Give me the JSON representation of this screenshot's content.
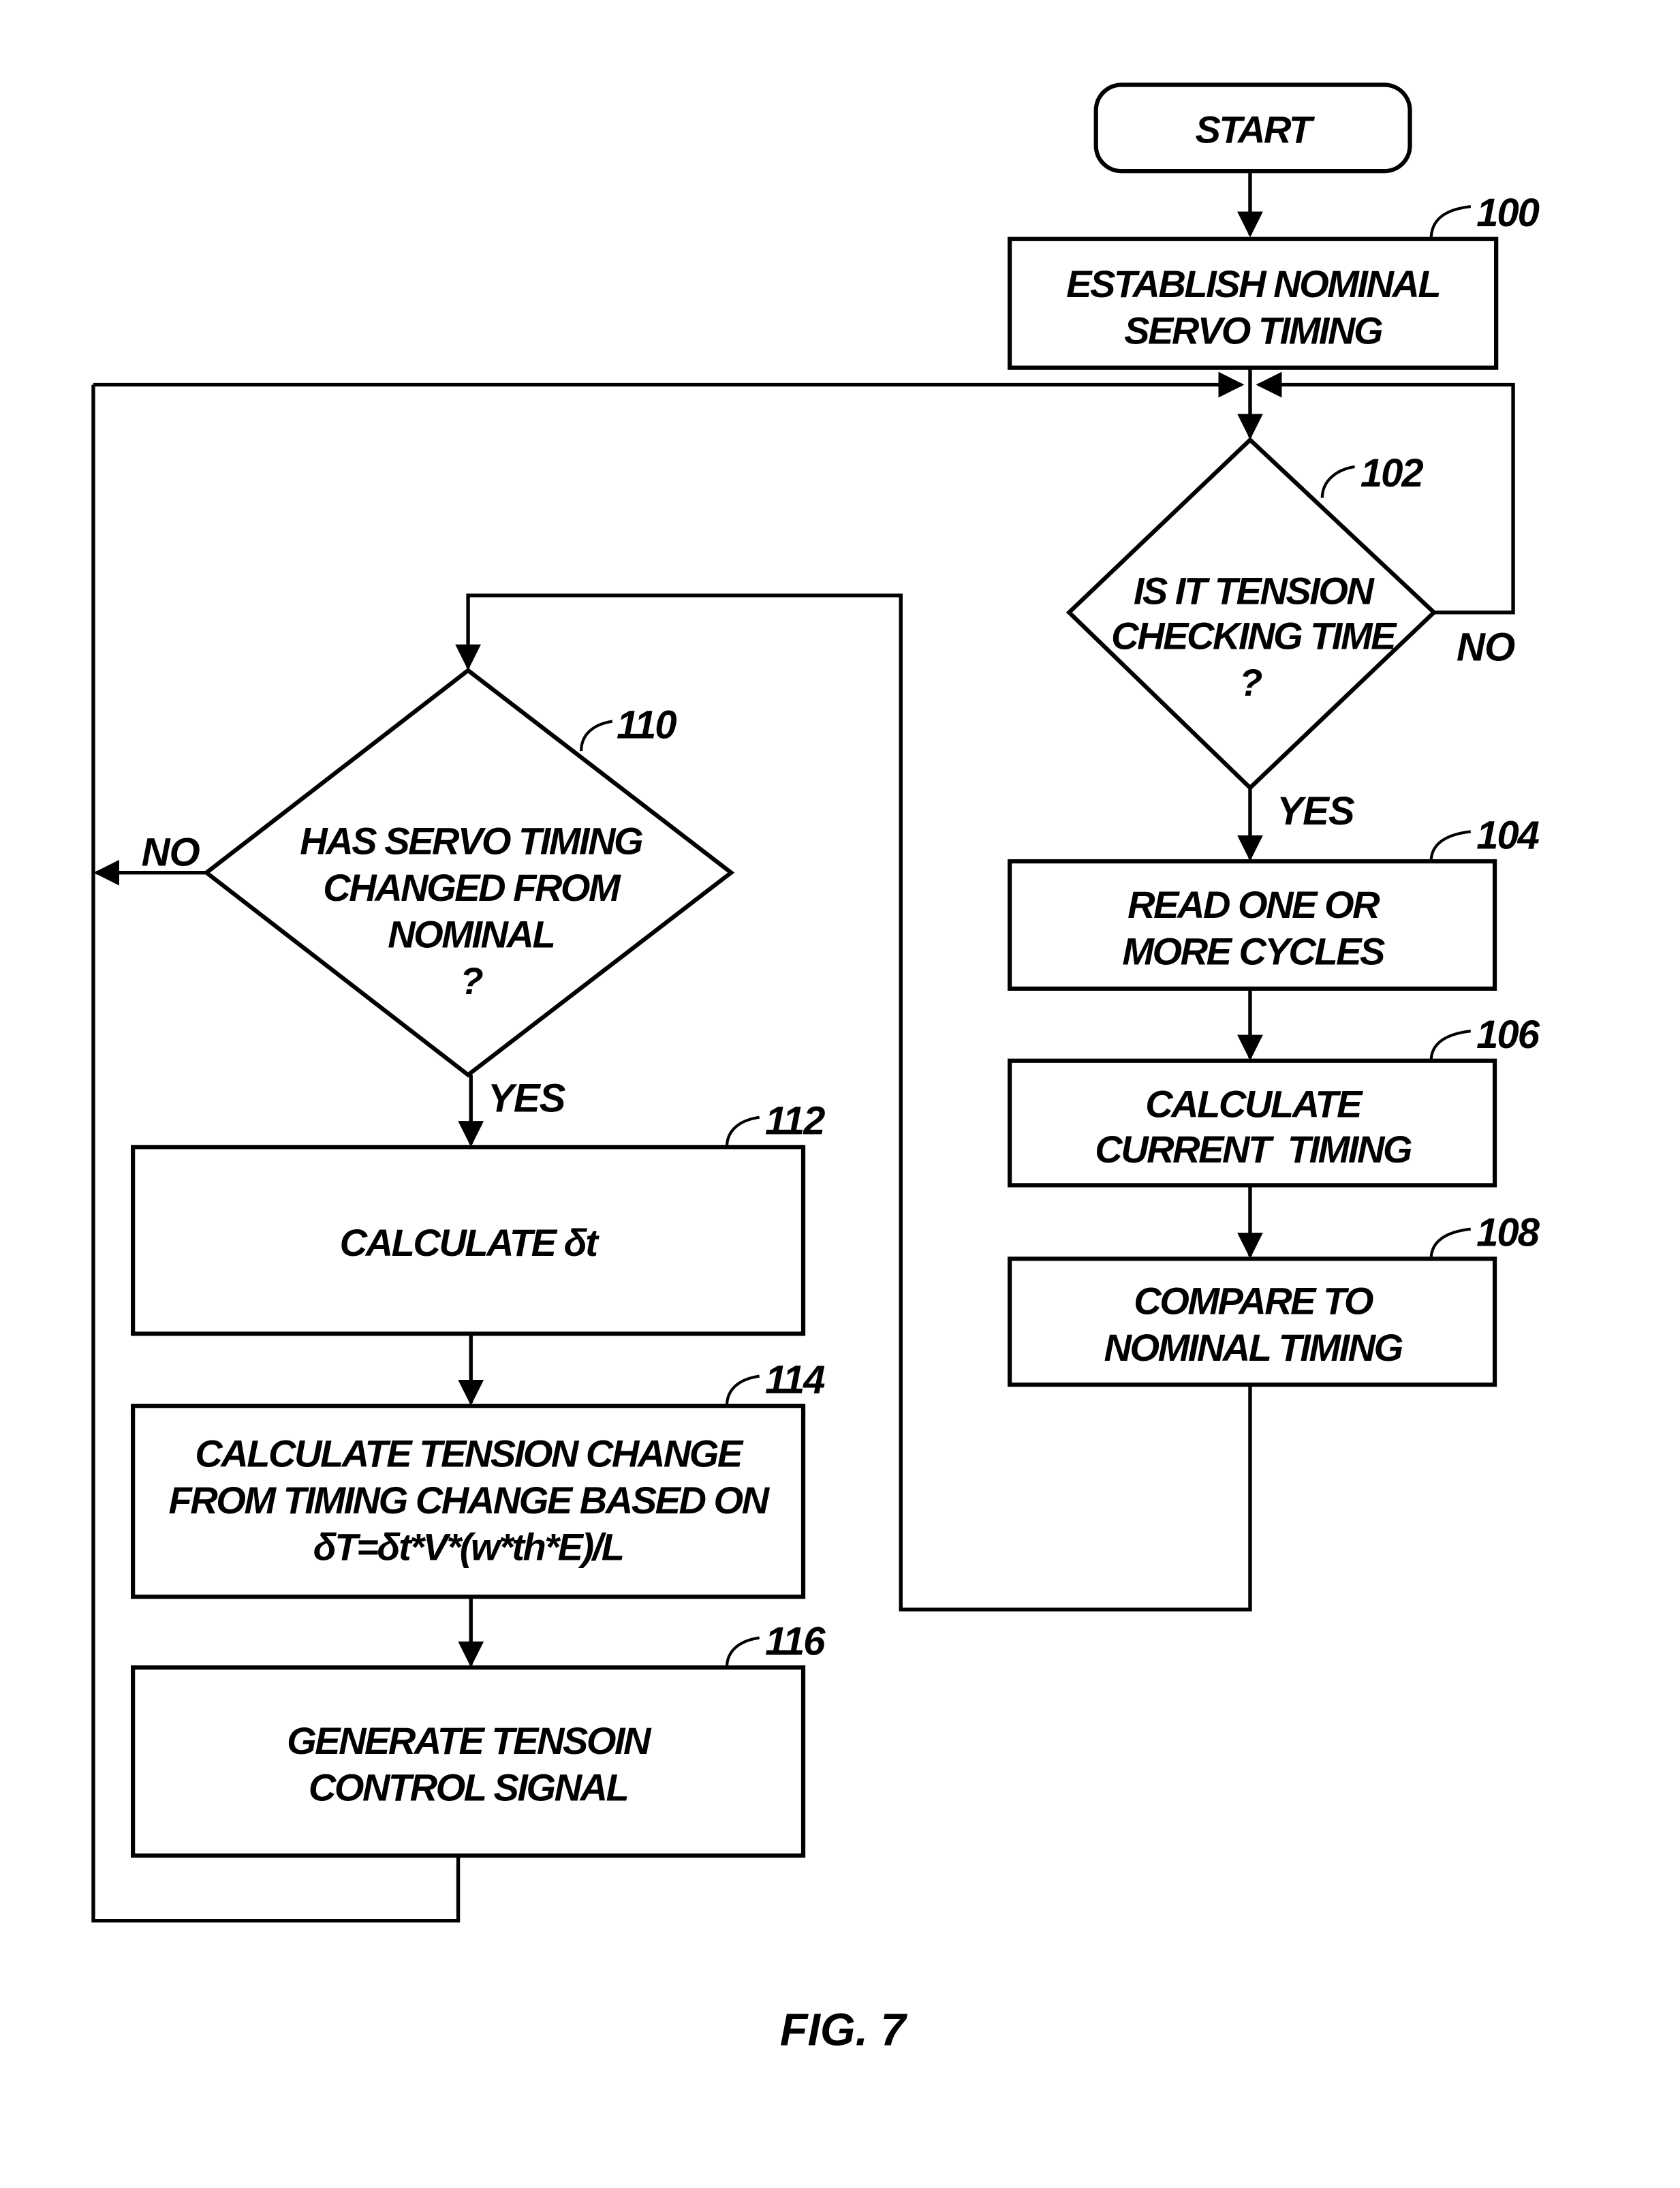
{
  "figure": {
    "caption": "FIG. 7",
    "colors": {
      "ink": "#000000",
      "paper": "#ffffff"
    }
  },
  "nodes": {
    "start": {
      "label": "START"
    },
    "n100": {
      "ref": "100",
      "lines": [
        "ESTABLISH NOMINAL",
        "SERVO TIMING"
      ]
    },
    "n102": {
      "ref": "102",
      "lines": [
        "IS IT TENSION",
        "CHECKING TIME",
        "?"
      ],
      "yes": "YES",
      "no": "NO"
    },
    "n104": {
      "ref": "104",
      "lines": [
        "READ ONE OR",
        "MORE CYCLES"
      ]
    },
    "n106": {
      "ref": "106",
      "lines": [
        "CALCULATE",
        "CURRENT  TIMING"
      ]
    },
    "n108": {
      "ref": "108",
      "lines": [
        "COMPARE TO",
        "NOMINAL TIMING"
      ]
    },
    "n110": {
      "ref": "110",
      "lines": [
        "HAS SERVO TIMING",
        "CHANGED FROM",
        "NOMINAL",
        "?"
      ],
      "yes": "YES",
      "no": "NO"
    },
    "n112": {
      "ref": "112",
      "lines": [
        "CALCULATE δt"
      ]
    },
    "n114": {
      "ref": "114",
      "lines": [
        "CALCULATE TENSION CHANGE",
        "FROM TIMING CHANGE BASED ON",
        "δT=δt*V*(w*th*E)/L"
      ]
    },
    "n116": {
      "ref": "116",
      "lines": [
        "GENERATE TENSOIN",
        "CONTROL SIGNAL"
      ]
    }
  }
}
